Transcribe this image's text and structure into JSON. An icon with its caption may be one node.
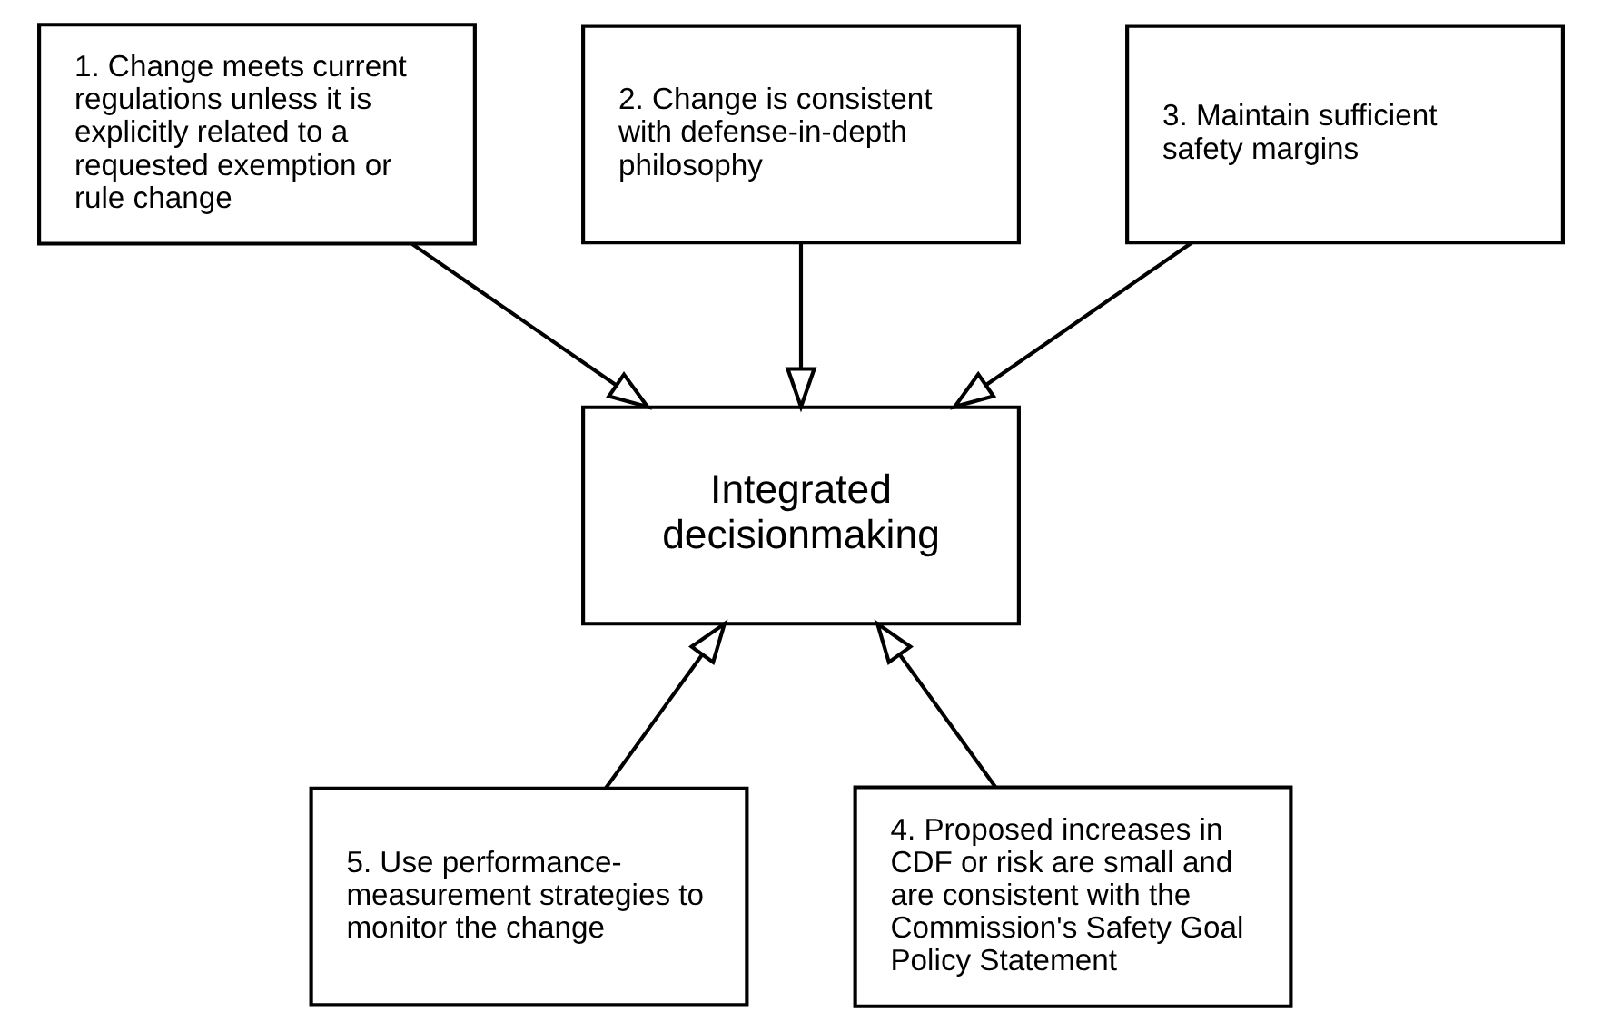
{
  "diagram": {
    "nodes": [
      {
        "text": [
          "1. Change meets current regulations unless it is explicitly related to a requested exemption or rule change"
        ]
      },
      {
        "text": [
          "2. Change is consistent with defense-in-depth philosophy"
        ]
      },
      {
        "text": [
          "3. Maintain sufficient safety margins"
        ]
      },
      {
        "text": [
          "Integrated decisionmaking"
        ]
      },
      {
        "text": [
          "5. Use performance-measurement strategies to monitor the change"
        ]
      },
      {
        "text": [
          "4. Proposed increases in CDF or risk are small and are consistent with the Commission's Safety Goal Policy Statement"
        ]
      }
    ],
    "edges": [
      {
        "from": 0,
        "to": 3,
        "arrow": "to"
      },
      {
        "from": 1,
        "to": 3,
        "arrow": "to"
      },
      {
        "from": 2,
        "to": 3,
        "arrow": "to"
      },
      {
        "from": 4,
        "to": 3,
        "arrow": "to"
      },
      {
        "from": 5,
        "to": 3,
        "arrow": "to"
      }
    ]
  }
}
